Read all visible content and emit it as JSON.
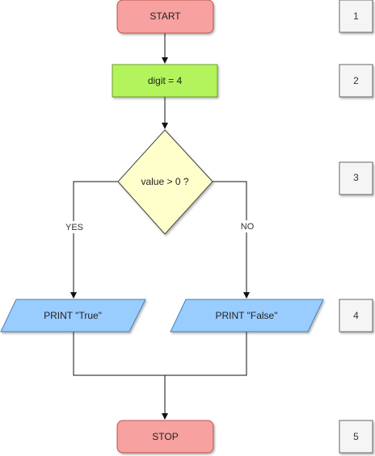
{
  "flowchart": {
    "start": {
      "label": "START",
      "fill": "#f8a1a1",
      "stroke": "#b85450"
    },
    "assign": {
      "label": "digit = 4",
      "fill": "#b3f45c",
      "stroke": "#6c9a2e"
    },
    "decision": {
      "label": "value > 0 ?",
      "fill": "#ffffcc",
      "stroke": "#444444"
    },
    "print_true": {
      "label": "PRINT \"True\"",
      "fill": "#99ccff",
      "stroke": "#4a7fb0"
    },
    "print_false": {
      "label": "PRINT \"False\"",
      "fill": "#99ccff",
      "stroke": "#4a7fb0"
    },
    "stop": {
      "label": "STOP",
      "fill": "#f8a1a1",
      "stroke": "#b85450"
    },
    "edges": {
      "yes_label": "YES",
      "no_label": "NO"
    }
  },
  "steps": [
    "1",
    "2",
    "3",
    "4",
    "5"
  ]
}
